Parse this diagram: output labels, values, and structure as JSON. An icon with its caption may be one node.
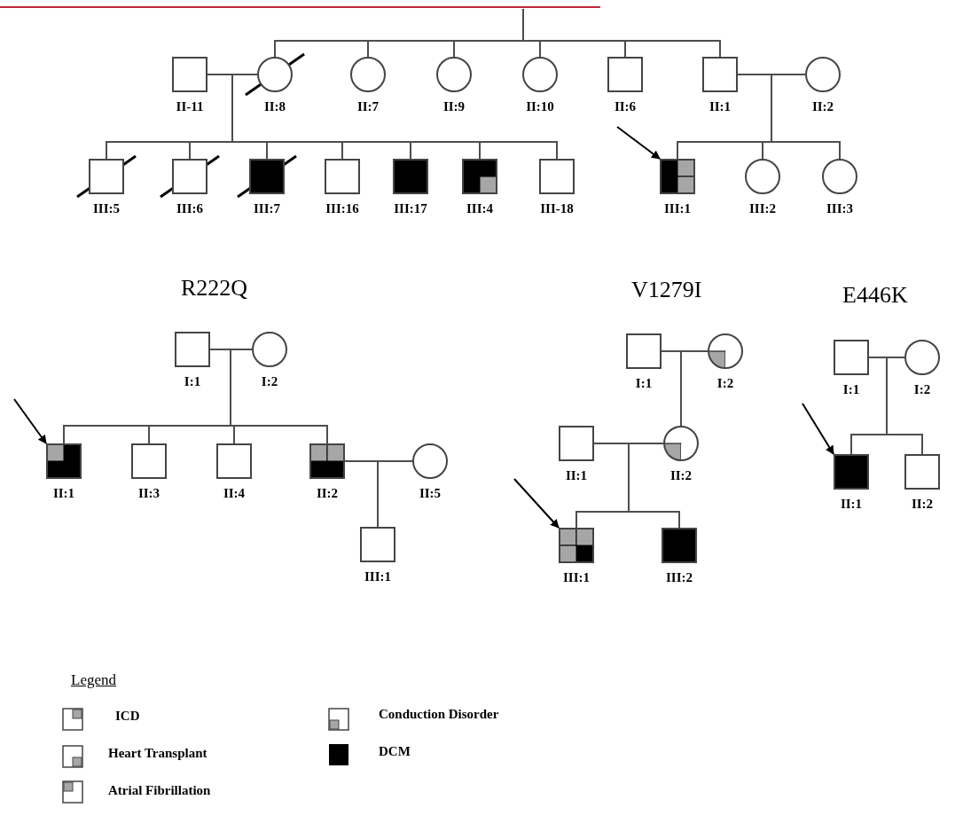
{
  "diagram": {
    "nodes": [
      {
        "text": [
          "II-11"
        ]
      },
      {
        "text": [
          "II:8"
        ]
      },
      {
        "text": [
          "II:7"
        ]
      },
      {
        "text": [
          "II:9"
        ]
      },
      {
        "text": [
          "II:10"
        ]
      },
      {
        "text": [
          "II:6"
        ]
      },
      {
        "text": [
          "II:1"
        ]
      },
      {
        "text": [
          "II:2"
        ]
      },
      {
        "text": [
          "III:5"
        ]
      },
      {
        "text": [
          "III:6"
        ]
      },
      {
        "text": [
          "III:7"
        ]
      },
      {
        "text": [
          "III:16"
        ]
      },
      {
        "text": [
          "III:17"
        ]
      },
      {
        "text": [
          "III:4"
        ]
      },
      {
        "text": [
          "III-18"
        ]
      },
      {
        "text": [
          "III:1"
        ]
      },
      {
        "text": [
          "III:2"
        ]
      },
      {
        "text": [
          "III:3"
        ]
      },
      {
        "text": [
          "I:1"
        ]
      },
      {
        "text": [
          "I:2"
        ]
      },
      {
        "text": [
          "II:1"
        ]
      },
      {
        "text": [
          "II:3"
        ]
      },
      {
        "text": [
          "II:4"
        ]
      },
      {
        "text": [
          "II:2"
        ]
      },
      {
        "text": [
          "II:5"
        ]
      },
      {
        "text": [
          "III:1"
        ]
      },
      {
        "text": [
          "I:1"
        ]
      },
      {
        "text": [
          "I:2"
        ]
      },
      {
        "text": [
          "II:1"
        ]
      },
      {
        "text": [
          "II:2"
        ]
      },
      {
        "text": [
          "III:1"
        ]
      },
      {
        "text": [
          "III:2"
        ]
      },
      {
        "text": [
          "I:1"
        ]
      },
      {
        "text": [
          "I:2"
        ]
      },
      {
        "text": [
          "II:1"
        ]
      },
      {
        "text": [
          "II:2"
        ]
      }
    ],
    "edges": [
      {
        "from": null,
        "to": 1,
        "arrow": "none"
      },
      {
        "from": null,
        "to": 2,
        "arrow": "none"
      },
      {
        "from": null,
        "to": 3,
        "arrow": "none"
      },
      {
        "from": null,
        "to": 4,
        "arrow": "none"
      },
      {
        "from": null,
        "to": 5,
        "arrow": "none"
      },
      {
        "from": null,
        "to": 6,
        "arrow": "none"
      },
      {
        "from": 0,
        "to": 1,
        "arrow": "none"
      },
      {
        "from": 0,
        "to": 8,
        "arrow": "none"
      },
      {
        "from": 0,
        "to": 9,
        "arrow": "none"
      },
      {
        "from": 0,
        "to": 10,
        "arrow": "none"
      },
      {
        "from": 0,
        "to": 11,
        "arrow": "none"
      },
      {
        "from": 0,
        "to": 12,
        "arrow": "none"
      },
      {
        "from": 0,
        "to": 13,
        "arrow": "none"
      },
      {
        "from": 0,
        "to": 14,
        "arrow": "none"
      },
      {
        "from": 6,
        "to": 7,
        "arrow": "none"
      },
      {
        "from": 6,
        "to": 15,
        "arrow": "none"
      },
      {
        "from": 6,
        "to": 16,
        "arrow": "none"
      },
      {
        "from": 6,
        "to": 17,
        "arrow": "none"
      },
      {
        "from": null,
        "to": 15,
        "arrow": "to",
        "color": "#000000"
      },
      {
        "from": 18,
        "to": 19,
        "arrow": "none"
      },
      {
        "from": 18,
        "to": 20,
        "arrow": "none"
      },
      {
        "from": 18,
        "to": 21,
        "arrow": "none"
      },
      {
        "from": 18,
        "to": 22,
        "arrow": "none"
      },
      {
        "from": 18,
        "to": 23,
        "arrow": "none"
      },
      {
        "from": 23,
        "to": 24,
        "arrow": "none"
      },
      {
        "from": 23,
        "to": 25,
        "arrow": "none"
      },
      {
        "from": null,
        "to": 20,
        "arrow": "to",
        "color": "#000000"
      },
      {
        "from": 26,
        "to": 27,
        "arrow": "none"
      },
      {
        "from": 26,
        "to": 29,
        "arrow": "none"
      },
      {
        "from": 28,
        "to": 29,
        "arrow": "none"
      },
      {
        "from": 28,
        "to": 30,
        "arrow": "none"
      },
      {
        "from": 28,
        "to": 31,
        "arrow": "none"
      },
      {
        "from": null,
        "to": 30,
        "arrow": "to",
        "color": "#000000"
      },
      {
        "from": 32,
        "to": 33,
        "arrow": "none"
      },
      {
        "from": 32,
        "to": 34,
        "arrow": "none"
      },
      {
        "from": 32,
        "to": 35,
        "arrow": "none"
      },
      {
        "from": null,
        "to": 34,
        "arrow": "to",
        "color": "#000000"
      }
    ],
    "labels": [
      "R222Q",
      "V1279I",
      "E446K",
      "Legend"
    ],
    "legend": [
      {
        "text": "ICD"
      },
      {
        "text": "Conduction Disorder"
      },
      {
        "text": "Heart Transplant"
      },
      {
        "text": "DCM",
        "color": "#000000"
      },
      {
        "text": "Atrial Fibrillation"
      }
    ]
  }
}
